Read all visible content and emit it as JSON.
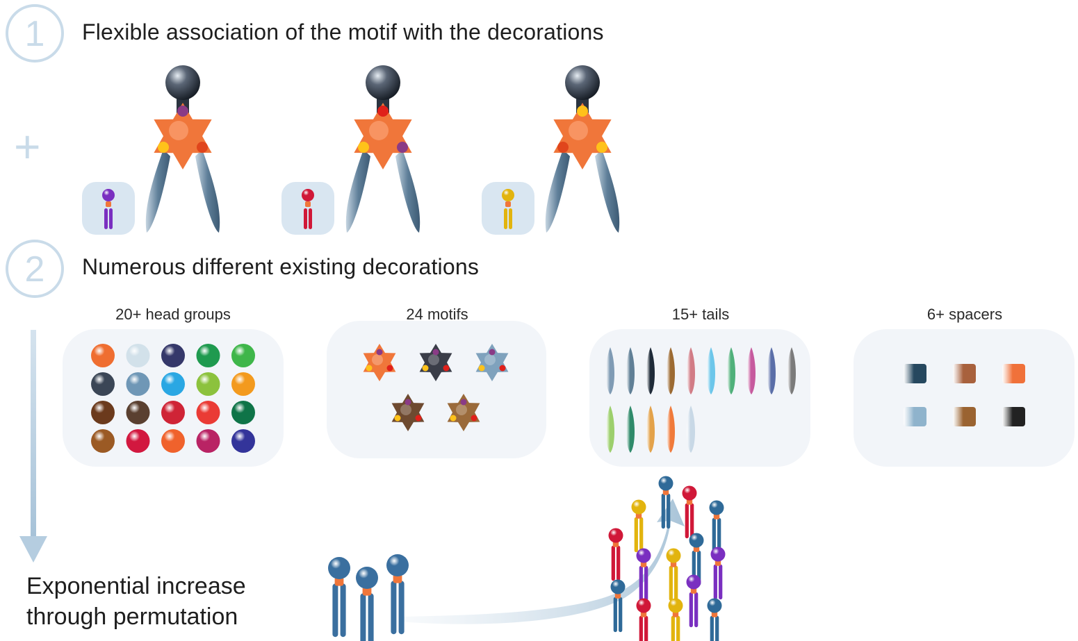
{
  "steps": [
    {
      "number": "1",
      "title": "Flexible association of the motif with the decorations"
    },
    {
      "number": "2",
      "title": "Numerous different existing decorations"
    }
  ],
  "plus_sign": "+",
  "categories": [
    {
      "label": "20+ head groups"
    },
    {
      "label": "24 motifs"
    },
    {
      "label": "15+ tails"
    },
    {
      "label": "6+ spacers"
    }
  ],
  "conclusion": {
    "line1": "Exponential increase",
    "line2": "through permutation"
  },
  "colors": {
    "accent_light": "#c9dbe9",
    "panel_bg": "#f2f5f9",
    "motif_orange": "#f0763a",
    "lipid_blue": "#3a6f9f",
    "purple": "#7a2fc0",
    "red": "#d01838",
    "yellow": "#e2b40e"
  },
  "head_group_colors": [
    "#ef6e31",
    "#d2e1ea",
    "#35386a",
    "#1f9a4f",
    "#3fb64a",
    "#3b4656",
    "#6f97b6",
    "#2aa7e3",
    "#8cc23d",
    "#f39a1e",
    "#6b3a1c",
    "#5a4030",
    "#cf2436",
    "#ea3b35",
    "#0f7448",
    "#9b5a24",
    "#d2183f",
    "#f0622c",
    "#b92364",
    "#33349a"
  ],
  "tail_colors": [
    "#7f9bb4",
    "#607f96",
    "#1e2a38",
    "#9c6a32",
    "#d17c86",
    "#6cc6ea",
    "#4fb07a",
    "#c65a9e",
    "#5a6ea8",
    "#7b7b7b",
    "#9ccf6c",
    "#2f8a6a",
    "#e3a24a",
    "#f07a3a",
    "#c8d8e6"
  ],
  "spacer_colors": [
    "#26485f",
    "#a8613d",
    "#f0713a",
    "#8fb3cc",
    "#9a6331",
    "#222222"
  ],
  "motif_colors": [
    "#f0763a",
    "#3a3d48",
    "#7fa2bd",
    "#6e4a30",
    "#9a6a3a"
  ]
}
